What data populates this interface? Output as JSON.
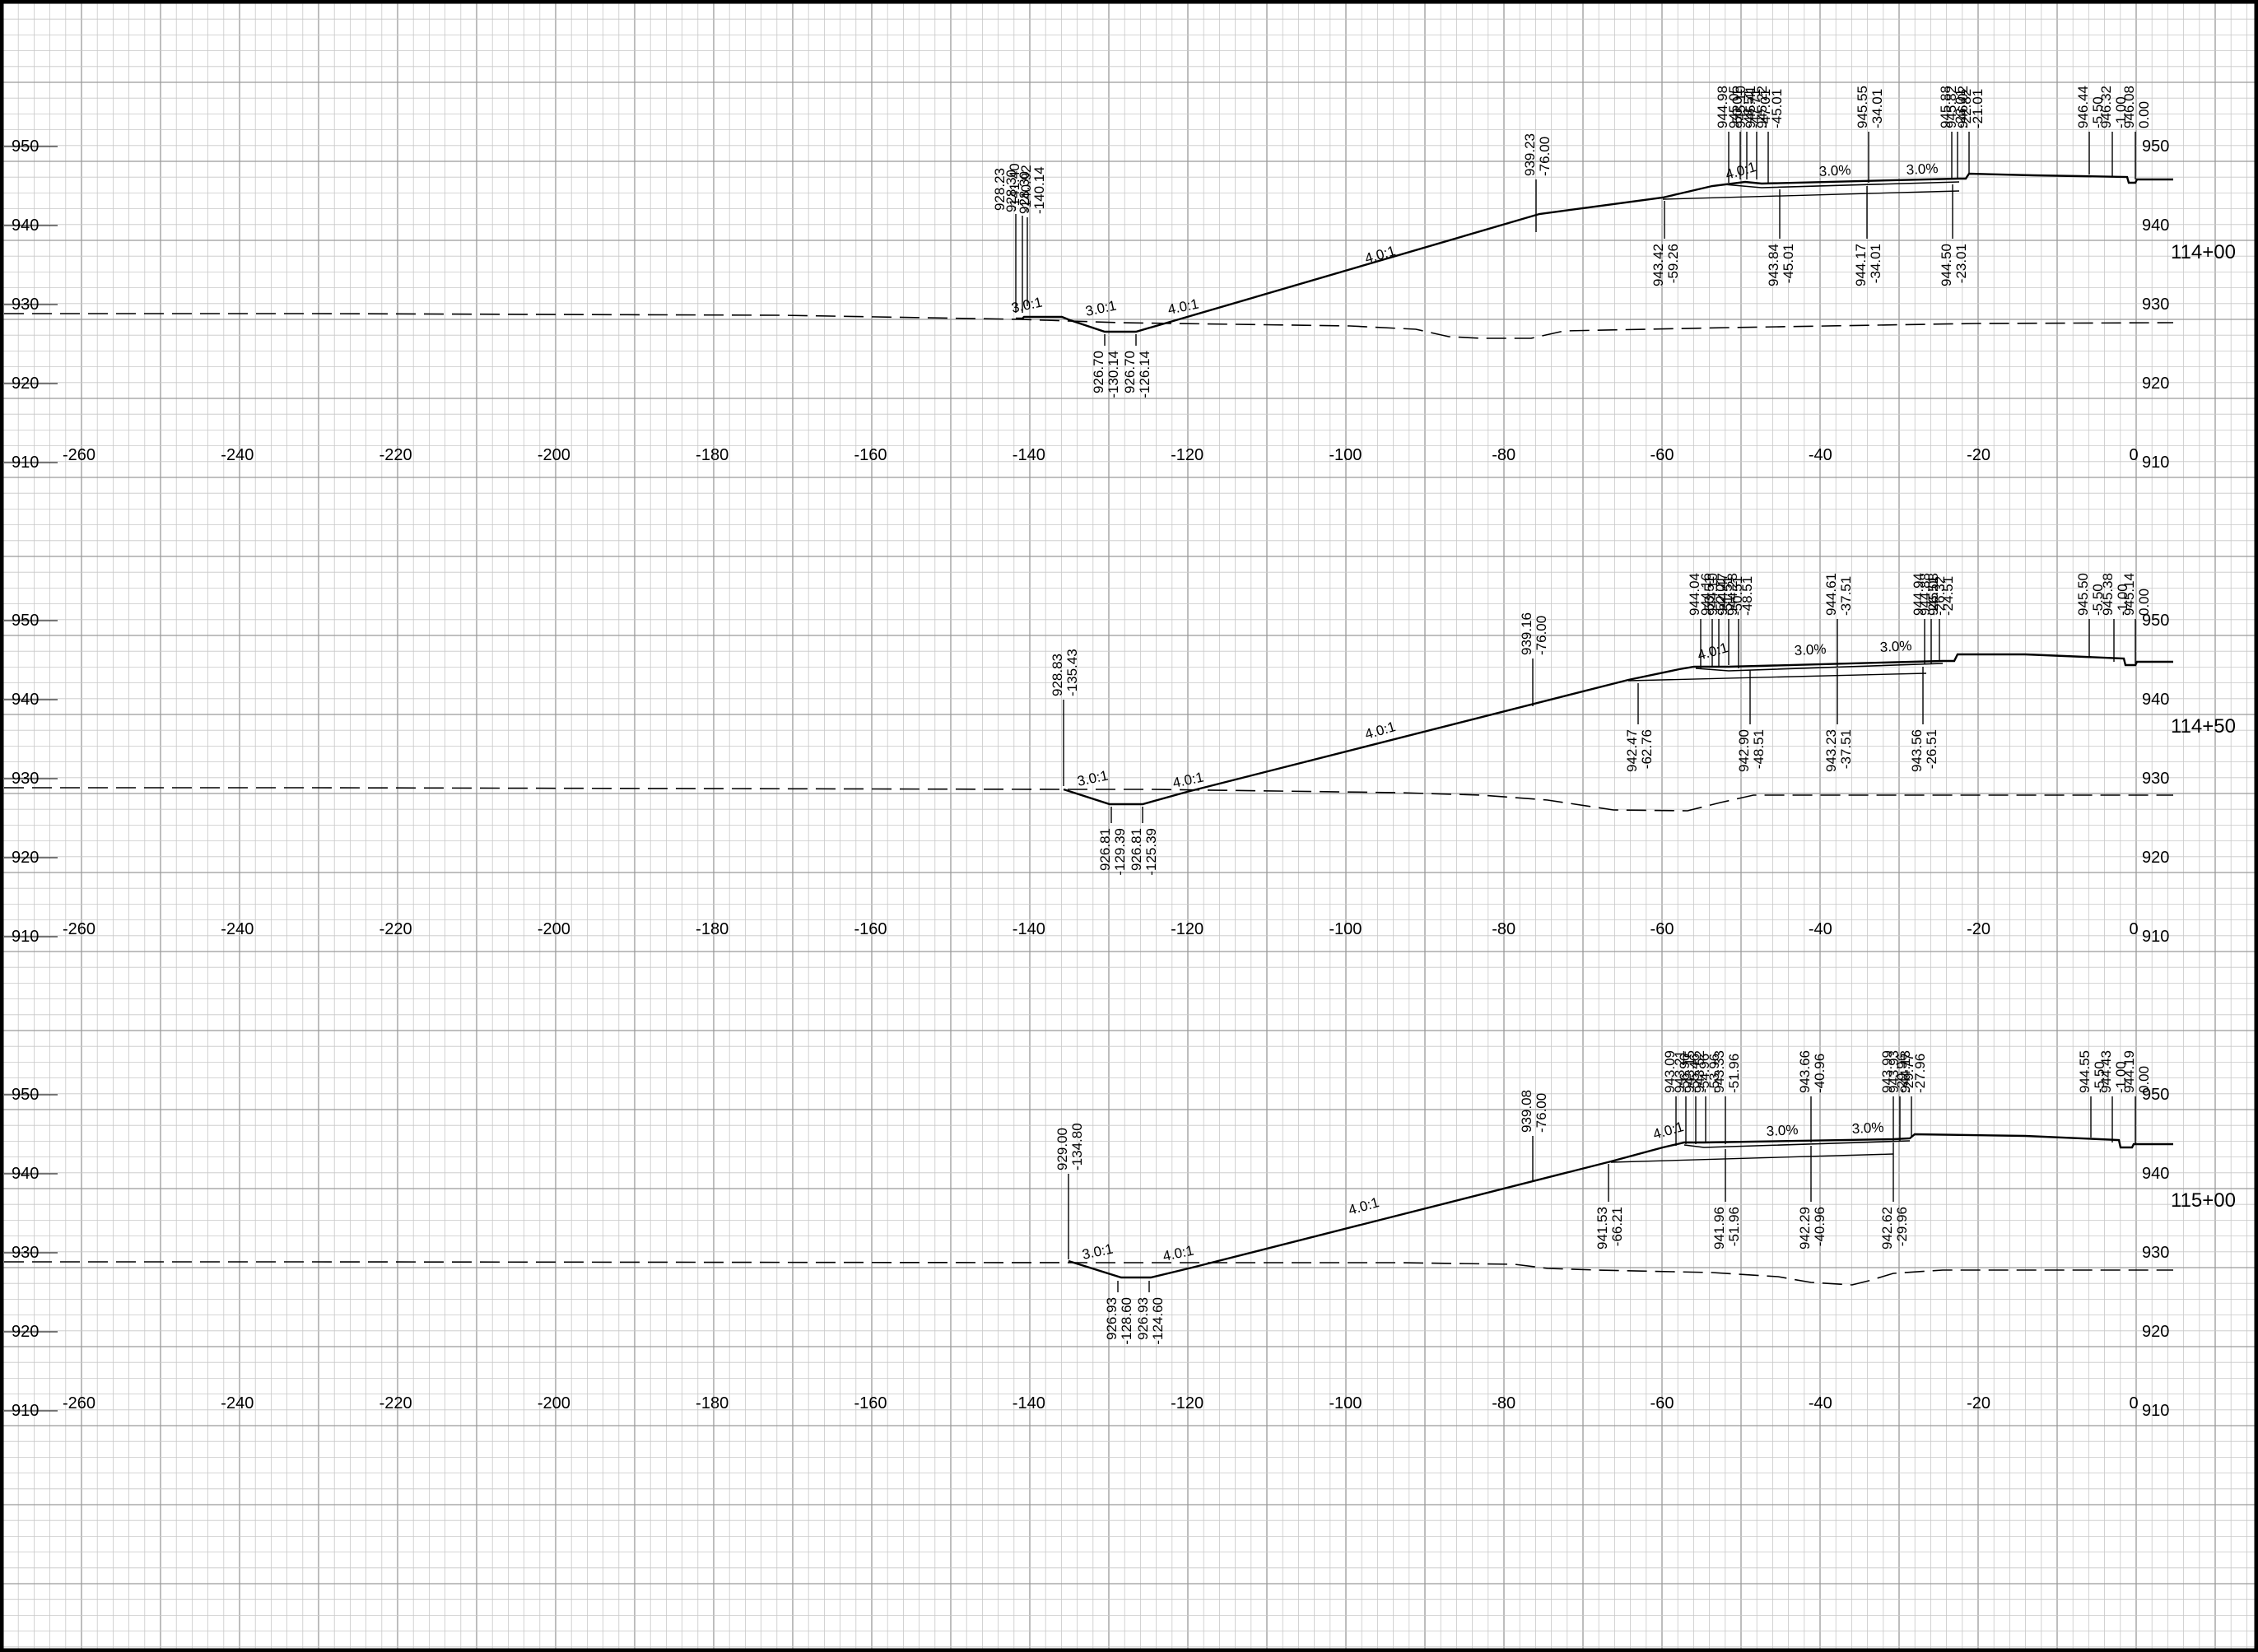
{
  "sheet": {
    "grid_minor_color": "#c8c8c8",
    "grid_major_color": "#9a9a9a",
    "line_color": "#000000"
  },
  "sections": [
    {
      "station": "114+00",
      "elevation_labels": [
        "950",
        "940",
        "930",
        "920",
        "910"
      ],
      "offset_labels": [
        "-260",
        "-240",
        "-220",
        "-200",
        "-180",
        "-160",
        "-140",
        "-120",
        "-100",
        "-80",
        "-60",
        "-40",
        "-20",
        "0"
      ],
      "slope_labels": [
        "3.0:1",
        "3.0:1",
        "4.0:1",
        "4.0:1",
        "4.0:1",
        "3.0%",
        "3.0%"
      ],
      "top_annotations": [
        {
          "elev": "928.23",
          "off": "-141.40"
        },
        {
          "elev": "928.30",
          "off": "-140.92"
        },
        {
          "elev": "928.30",
          "off": "-140.14"
        },
        {
          "elev": "939.23",
          "off": "-76.00"
        },
        {
          "elev": "944.98",
          "off": "-50.01"
        },
        {
          "elev": "945.05",
          "off": "-48.51"
        },
        {
          "elev": "945.10",
          "off": "-47.71"
        },
        {
          "elev": "945.41",
          "off": "-47.01"
        },
        {
          "elev": "945.22",
          "off": "-45.01"
        },
        {
          "elev": "945.55",
          "off": "-34.01"
        },
        {
          "elev": "945.88",
          "off": "-23.01"
        },
        {
          "elev": "945.82",
          "off": "-22.82"
        },
        {
          "elev": "946.02",
          "off": "-21.01"
        },
        {
          "elev": "946.44",
          "off": "-5.50"
        },
        {
          "elev": "946.32",
          "off": "-1.00"
        },
        {
          "elev": "946.08",
          "off": "0.00"
        }
      ],
      "bottom_annotations": [
        {
          "elev": "926.70",
          "off": "-130.14"
        },
        {
          "elev": "926.70",
          "off": "-126.14"
        },
        {
          "elev": "943.42",
          "off": "-59.26"
        },
        {
          "elev": "943.84",
          "off": "-45.01"
        },
        {
          "elev": "944.17",
          "off": "-34.01"
        },
        {
          "elev": "944.50",
          "off": "-23.01"
        }
      ]
    },
    {
      "station": "114+50",
      "elevation_labels": [
        "950",
        "940",
        "930",
        "920",
        "910"
      ],
      "offset_labels": [
        "-260",
        "-240",
        "-220",
        "-200",
        "-180",
        "-160",
        "-140",
        "-120",
        "-100",
        "-80",
        "-60",
        "-40",
        "-20",
        "0"
      ],
      "slope_labels": [
        "3.0:1",
        "4.0:1",
        "4.0:1",
        "4.0:1",
        "3.0%",
        "3.0%"
      ],
      "top_annotations": [
        {
          "elev": "928.83",
          "off": "-135.43"
        },
        {
          "elev": "939.16",
          "off": "-76.00"
        },
        {
          "elev": "944.04",
          "off": "-53.51"
        },
        {
          "elev": "944.16",
          "off": "-52.01"
        },
        {
          "elev": "944.10",
          "off": "-51.51"
        },
        {
          "elev": "944.47",
          "off": "-50.51"
        },
        {
          "elev": "944.28",
          "off": "-48.51"
        },
        {
          "elev": "944.61",
          "off": "-37.51"
        },
        {
          "elev": "944.94",
          "off": "-26.51"
        },
        {
          "elev": "944.88",
          "off": "-26.32"
        },
        {
          "elev": "945.08",
          "off": "-24.51"
        },
        {
          "elev": "945.50",
          "off": "-5.50"
        },
        {
          "elev": "945.38",
          "off": "-1.00"
        },
        {
          "elev": "945.14",
          "off": "0.00"
        }
      ],
      "bottom_annotations": [
        {
          "elev": "926.81",
          "off": "-129.39"
        },
        {
          "elev": "926.81",
          "off": "-125.39"
        },
        {
          "elev": "942.47",
          "off": "-62.76"
        },
        {
          "elev": "942.90",
          "off": "-48.51"
        },
        {
          "elev": "943.23",
          "off": "-37.51"
        },
        {
          "elev": "943.56",
          "off": "-26.51"
        }
      ]
    },
    {
      "station": "115+00",
      "elevation_labels": [
        "950",
        "940",
        "930",
        "920",
        "910"
      ],
      "offset_labels": [
        "-260",
        "-240",
        "-220",
        "-200",
        "-180",
        "-160",
        "-140",
        "-120",
        "-100",
        "-80",
        "-60",
        "-40",
        "-20",
        "0"
      ],
      "slope_labels": [
        "3.0:1",
        "4.0:1",
        "4.0:1",
        "4.0:1",
        "3.0%",
        "3.0%"
      ],
      "top_annotations": [
        {
          "elev": "929.00",
          "off": "-134.80"
        },
        {
          "elev": "939.08",
          "off": "-76.00"
        },
        {
          "elev": "943.09",
          "off": "-56.96"
        },
        {
          "elev": "943.21",
          "off": "-55.46"
        },
        {
          "elev": "943.15",
          "off": "-54.96"
        },
        {
          "elev": "943.52",
          "off": "-53.96"
        },
        {
          "elev": "943.33",
          "off": "-51.96"
        },
        {
          "elev": "943.66",
          "off": "-40.96"
        },
        {
          "elev": "943.99",
          "off": "-29.96"
        },
        {
          "elev": "943.93",
          "off": "-29.77"
        },
        {
          "elev": "944.13",
          "off": "-27.96"
        },
        {
          "elev": "944.55",
          "off": "-5.50"
        },
        {
          "elev": "944.43",
          "off": "-1.00"
        },
        {
          "elev": "944.19",
          "off": "0.00"
        }
      ],
      "bottom_annotations": [
        {
          "elev": "926.93",
          "off": "-128.60"
        },
        {
          "elev": "926.93",
          "off": "-124.60"
        },
        {
          "elev": "941.53",
          "off": "-66.21"
        },
        {
          "elev": "941.96",
          "off": "-51.96"
        },
        {
          "elev": "942.29",
          "off": "-40.96"
        },
        {
          "elev": "942.62",
          "off": "-29.96"
        }
      ]
    }
  ]
}
